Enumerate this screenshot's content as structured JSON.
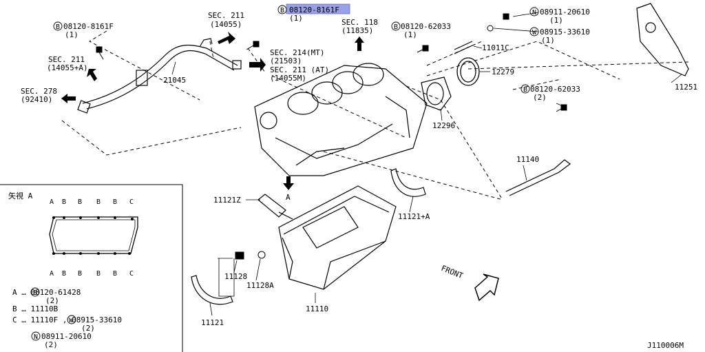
{
  "labels": {
    "bolt_top_left": "08120-8161F",
    "bolt_top_left_qty": "(1)",
    "bolt_top_center": "08120-8161F",
    "bolt_top_center_qty": "(1)",
    "sec211_14055": "SEC. 211",
    "sec211_14055_sub": "(14055)",
    "sec211_14055a": "SEC. 211",
    "sec211_14055a_sub": "(14055+A)",
    "sec278": "SEC. 278",
    "sec278_sub": "(92410)",
    "sec118": "SEC. 118",
    "sec118_sub": "(11835)",
    "sec214_mt": "SEC. 214(MT)",
    "sec214_mt_sub": "(21503)",
    "sec211_at": "SEC. 211 (AT)",
    "sec211_at_sub": "(14055M)",
    "pipe_part": "21045",
    "bolt_62033_top": "08120-62033",
    "bolt_62033_top_qty": "(1)",
    "nut_20610": "08911-20610",
    "nut_20610_qty": "(1)",
    "washer_33610": "08915-33610",
    "washer_33610_qty": "(1)",
    "stud_11011c": "11011C",
    "seal_12279": "12279",
    "cover_11251": "11251",
    "bolt_62033_right": "08120-62033",
    "bolt_62033_right_qty": "(2)",
    "retainer_12296": "12296",
    "dipstick_11140": "11140",
    "baffle_11121z": "11121Z",
    "arrow_a": "A",
    "baffle_11121a": "11121+A",
    "plug_11128": "11128",
    "washer_11128a": "11128A",
    "oilpan_11110": "11110",
    "baffle_11121": "11121",
    "front": "FRONT",
    "diagram_code": "J110006M"
  },
  "view_a": {
    "title": "矢視 A",
    "top_letters": [
      "A",
      "B",
      "B",
      "B",
      "B",
      "C"
    ],
    "bottom_letters": [
      "A",
      "B",
      "B",
      "B",
      "B",
      "C"
    ]
  },
  "legend": [
    {
      "key": "A",
      "line": "A … 08120-61428",
      "symbol": "B",
      "qty": "(2)"
    },
    {
      "key": "B",
      "line": "B … 11110B"
    },
    {
      "key": "C",
      "line": "C … 11110F ,  08915-33610",
      "symbol": "W",
      "qty": "(2)"
    },
    {
      "key": "C2",
      "line": "08911-20610",
      "symbol": "N",
      "qty": "(2)"
    }
  ],
  "colors": {
    "highlight": "#9aa0e6",
    "line": "#000000"
  }
}
